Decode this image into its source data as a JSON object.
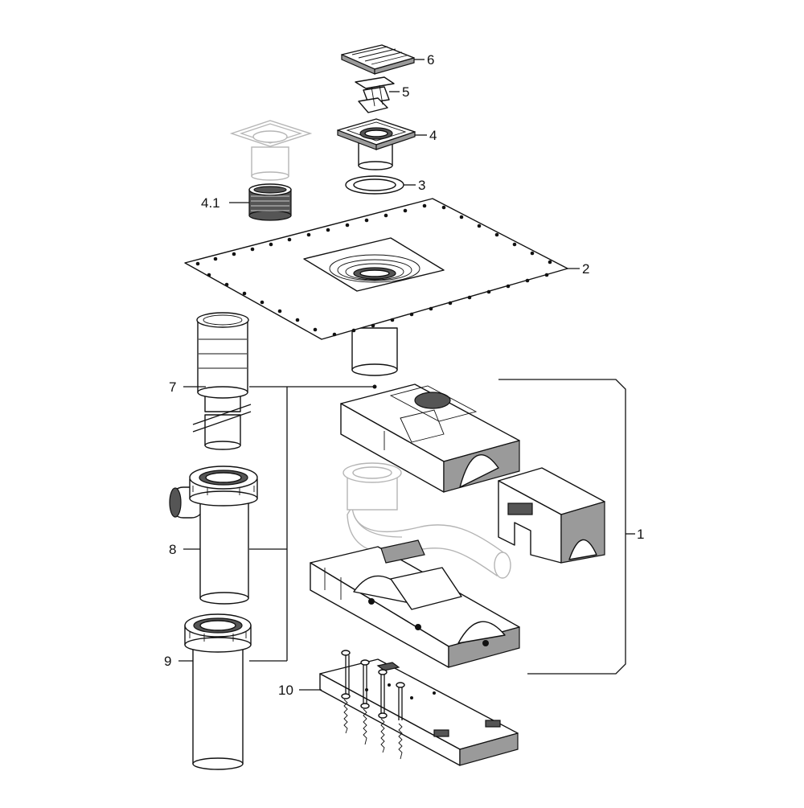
{
  "callouts": {
    "part_1": "1",
    "part_2": "2",
    "part_3": "3",
    "part_4": "4",
    "part_4_1": "4.1",
    "part_5": "5",
    "part_6": "6",
    "part_7": "7",
    "part_8": "8",
    "part_9": "9",
    "part_10": "10"
  },
  "colors": {
    "line": "#111111",
    "shading": "#9a9a9a",
    "ghost": "#b5b5b5",
    "background": "#ffffff"
  }
}
